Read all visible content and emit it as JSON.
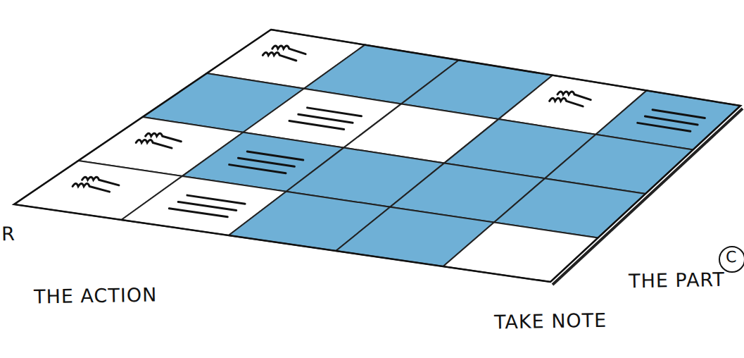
{
  "diagram": {
    "labels": [
      "R",
      "THE ACTION",
      "C",
      "THE PART",
      "TAKE NOTE"
    ]
  }
}
